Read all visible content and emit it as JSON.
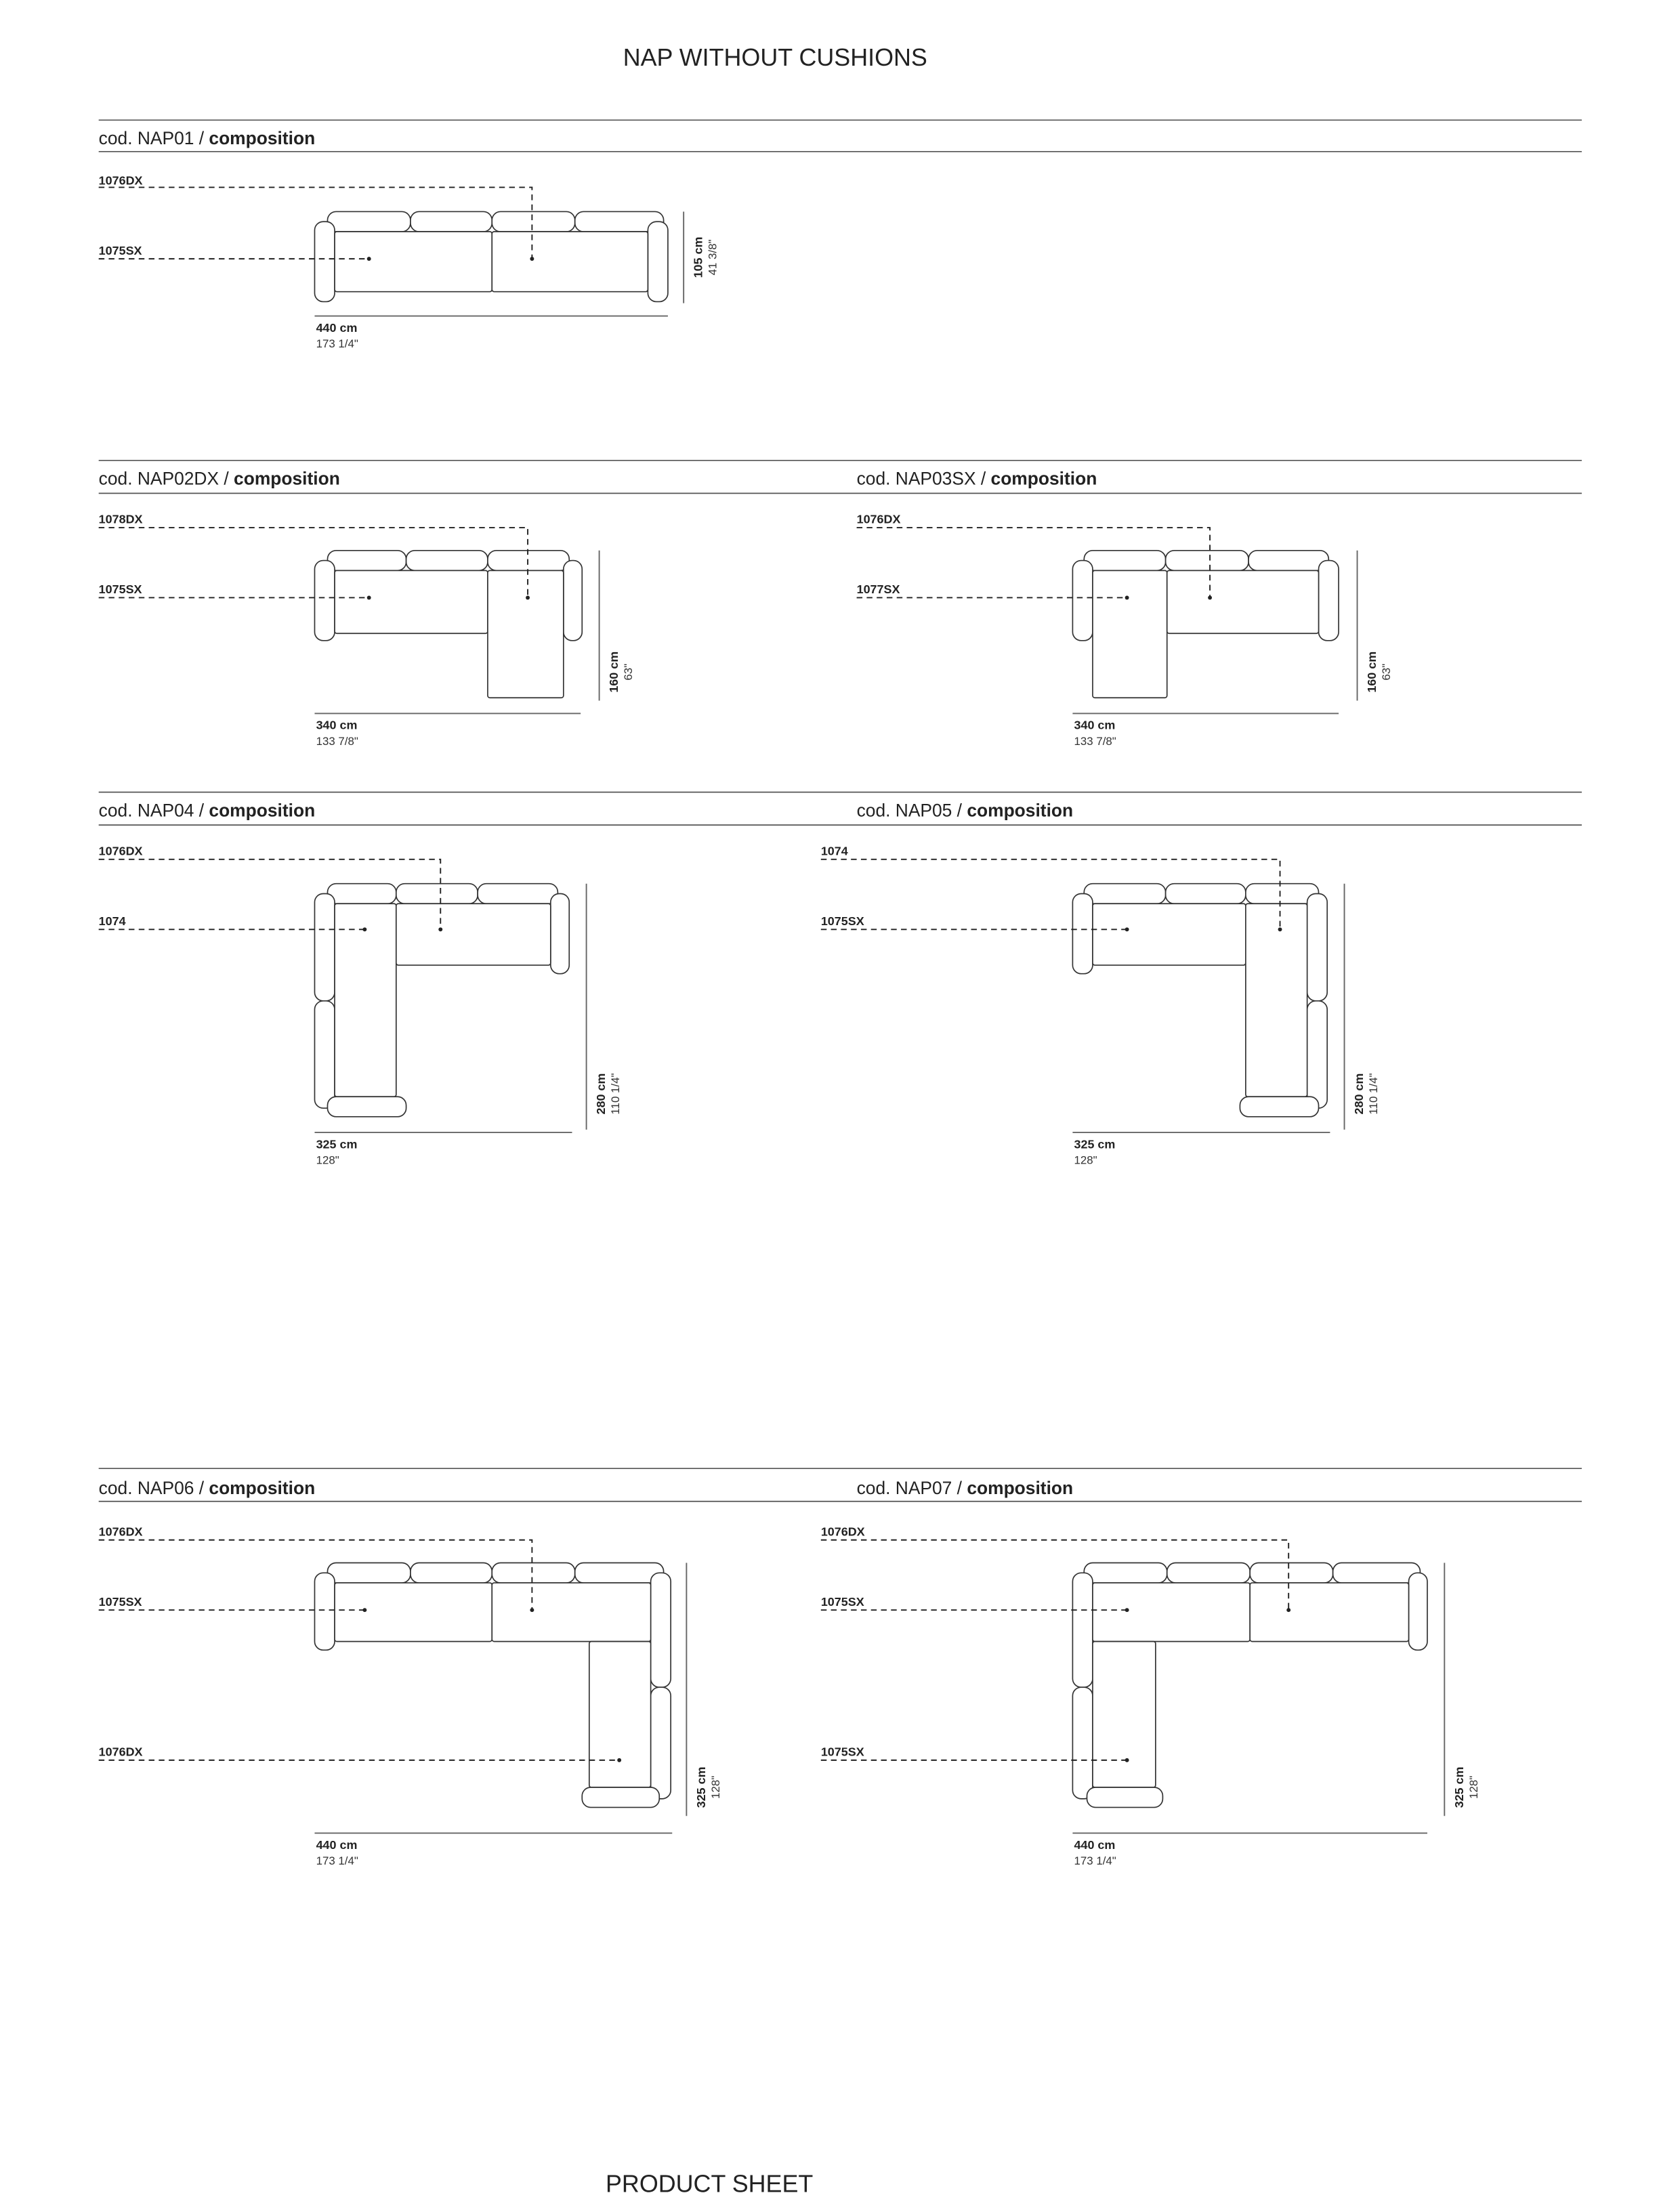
{
  "page": {
    "title": "NAP WITHOUT CUSHIONS",
    "footer": "PRODUCT SHEET"
  },
  "compositions": [
    {
      "prefix": "cod. NAP01 / ",
      "label": "composition",
      "modules": [
        "1076DX",
        "1075SX"
      ],
      "width_cm": "440 cm",
      "width_in": "173 1/4\"",
      "depth_cm": "105 cm",
      "depth_in": "41 3/8\""
    },
    {
      "prefix": "cod. NAP02DX / ",
      "label": "composition",
      "modules": [
        "1078DX",
        "1075SX"
      ],
      "width_cm": "340 cm",
      "width_in": "133 7/8\"",
      "depth_cm": "160 cm",
      "depth_in": "63\""
    },
    {
      "prefix": "cod. NAP03SX / ",
      "label": "composition",
      "modules": [
        "1076DX",
        "1077SX"
      ],
      "width_cm": "340 cm",
      "width_in": "133 7/8\"",
      "depth_cm": "160 cm",
      "depth_in": "63\""
    },
    {
      "prefix": "cod. NAP04 / ",
      "label": "composition",
      "modules": [
        "1076DX",
        "1074"
      ],
      "width_cm": "325 cm",
      "width_in": "128\"",
      "depth_cm": "280 cm",
      "depth_in": "110 1/4\""
    },
    {
      "prefix": "cod. NAP05 / ",
      "label": "composition",
      "modules": [
        "1074",
        "1075SX"
      ],
      "width_cm": "325 cm",
      "width_in": "128\"",
      "depth_cm": "280 cm",
      "depth_in": "110 1/4\""
    },
    {
      "prefix": "cod. NAP06 / ",
      "label": "composition",
      "modules": [
        "1076DX",
        "1075SX",
        "1076DX"
      ],
      "width_cm": "440 cm",
      "width_in": "173 1/4\"",
      "depth_cm": "325 cm",
      "depth_in": "128\""
    },
    {
      "prefix": "cod. NAP07 / ",
      "label": "composition",
      "modules": [
        "1076DX",
        "1075SX",
        "1075SX"
      ],
      "width_cm": "440 cm",
      "width_in": "173 1/4\"",
      "depth_cm": "325 cm",
      "depth_in": "128\""
    }
  ]
}
